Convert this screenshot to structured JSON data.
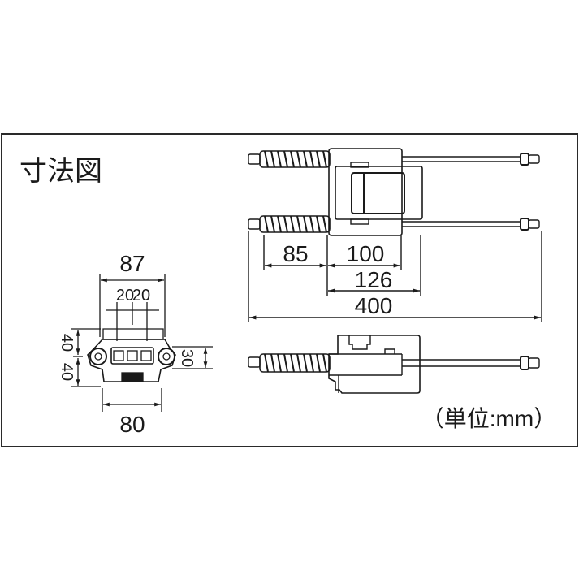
{
  "title": "寸法図",
  "unit_note": "（単位:mm）",
  "front_view": {
    "width_top": "87",
    "pitch_a": "20",
    "pitch_b": "20",
    "height_left_a": "40",
    "height_left_b": "40",
    "height_right": "30",
    "width_bottom": "80"
  },
  "top_view": {
    "spring_length": "85",
    "body_length": "100",
    "mount_length": "126",
    "overall_length": "400"
  },
  "colors": {
    "line": "#1a1a1a",
    "background": "#ffffff"
  }
}
